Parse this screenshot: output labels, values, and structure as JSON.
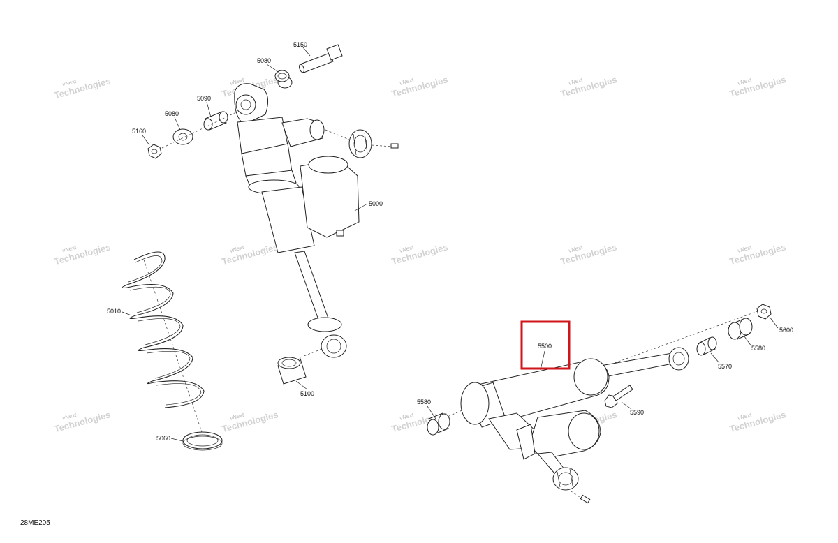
{
  "diagram_id": "28ME205",
  "watermark": {
    "line1": "vNext",
    "line2": "Technologies"
  },
  "callouts": {
    "5000": "5000",
    "5010": "5010",
    "5060": "5060",
    "5080a": "5080",
    "5080b": "5080",
    "5090": "5090",
    "5100": "5100",
    "5150": "5150",
    "5160": "5160",
    "5500": "5500",
    "5570": "5570",
    "5580a": "5580",
    "5580b": "5580",
    "5590": "5590",
    "5600": "5600"
  },
  "highlight": {
    "part": "5500",
    "color": "#d0161a"
  }
}
